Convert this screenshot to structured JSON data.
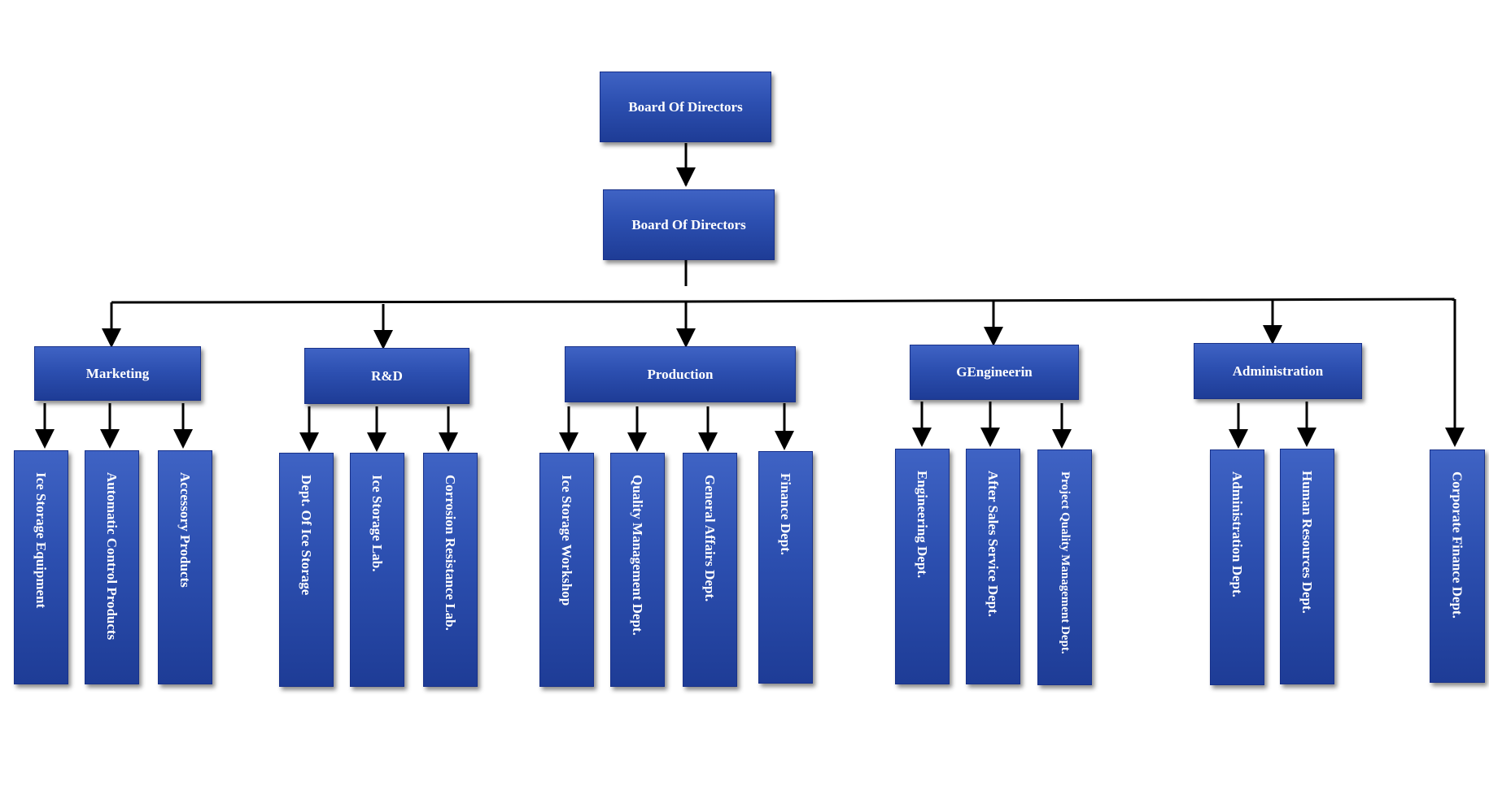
{
  "top": [
    {
      "label": "Board Of Directors"
    },
    {
      "label": "Board Of Directors"
    }
  ],
  "departments": [
    {
      "label": "Marketing"
    },
    {
      "label": "R&D"
    },
    {
      "label": "Production"
    },
    {
      "label": "GEngineerin"
    },
    {
      "label": "Administration"
    }
  ],
  "units": [
    {
      "label": "Ice Storage Equipment"
    },
    {
      "label": "Automatic Control Products"
    },
    {
      "label": "Accessory Products"
    },
    {
      "label": "Dept. Of Ice Storage"
    },
    {
      "label": "Ice Storage Lab."
    },
    {
      "label": "Corrosion Resistance Lab."
    },
    {
      "label": "Ice Storage Workshop"
    },
    {
      "label": "Quality Management Dept."
    },
    {
      "label": "General Affairs Dept."
    },
    {
      "label": "Finance Dept."
    },
    {
      "label": "Engineering Dept."
    },
    {
      "label": "After Sales Service Dept."
    },
    {
      "label": "Project Quality Management Dept."
    },
    {
      "label": "Administration Dept."
    },
    {
      "label": "Human Resources Dept."
    },
    {
      "label": "Corporate Finance Dept."
    }
  ],
  "colors": {
    "box_fill": "#2c4fb0",
    "box_text": "#ffffff",
    "connector": "#000000"
  }
}
